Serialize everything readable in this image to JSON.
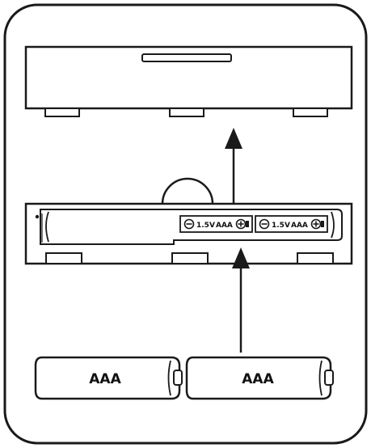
{
  "diagram": {
    "compartment_labels": [
      {
        "voltage": "1.5V",
        "type": "AAA"
      },
      {
        "voltage": "1.5V",
        "type": "AAA"
      }
    ],
    "batteries": [
      "AAA",
      "AAA"
    ],
    "symbols": {
      "negative": "minus-symbol",
      "positive": "plus-symbol"
    },
    "colors": {
      "stroke": "#1a1a1a",
      "fill": "#ffffff"
    }
  }
}
